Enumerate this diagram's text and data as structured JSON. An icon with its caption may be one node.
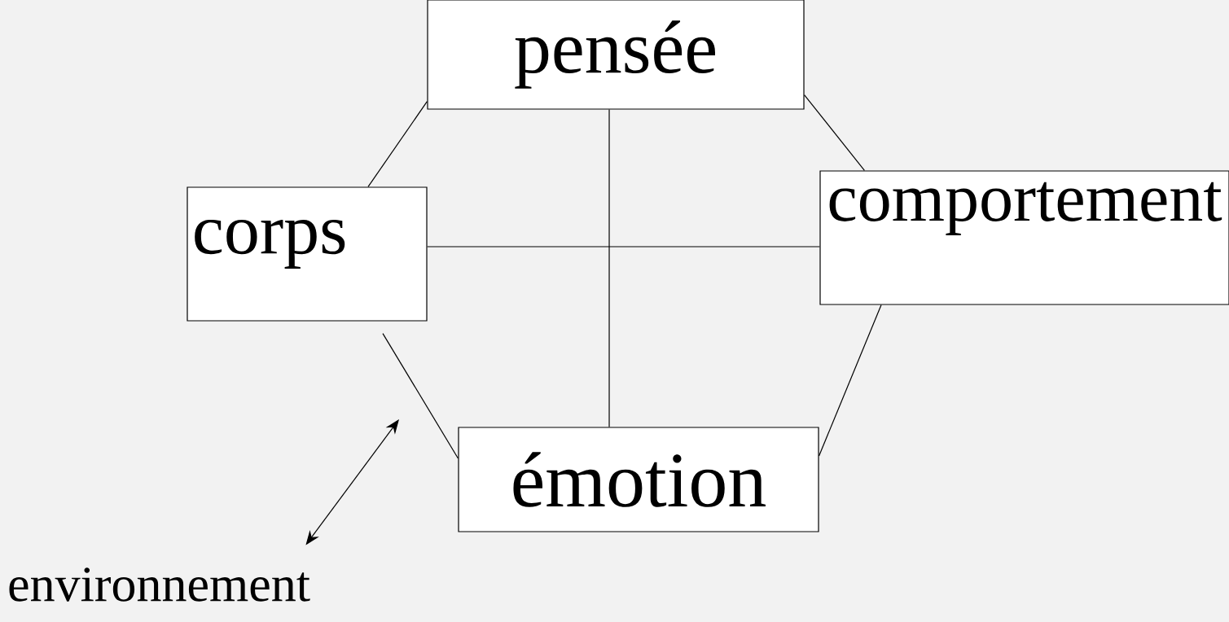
{
  "diagram": {
    "nodes": [
      {
        "text": [
          "pensée"
        ]
      },
      {
        "text": [
          "corps"
        ]
      },
      {
        "text": [
          "comportement"
        ]
      },
      {
        "text": [
          "émotion"
        ]
      },
      {
        "text": [
          "environnement"
        ]
      }
    ],
    "edges": [
      {
        "from": 0,
        "to": 1,
        "arrow": "none"
      },
      {
        "from": 0,
        "to": 2,
        "arrow": "none"
      },
      {
        "from": 0,
        "to": 3,
        "arrow": "none"
      },
      {
        "from": 1,
        "to": 2,
        "arrow": "none"
      },
      {
        "from": 2,
        "to": 3,
        "arrow": "none"
      },
      {
        "from": 1,
        "to": 3,
        "arrow": "none"
      },
      {
        "from": 4,
        "to": null,
        "arrow": "both"
      }
    ]
  }
}
